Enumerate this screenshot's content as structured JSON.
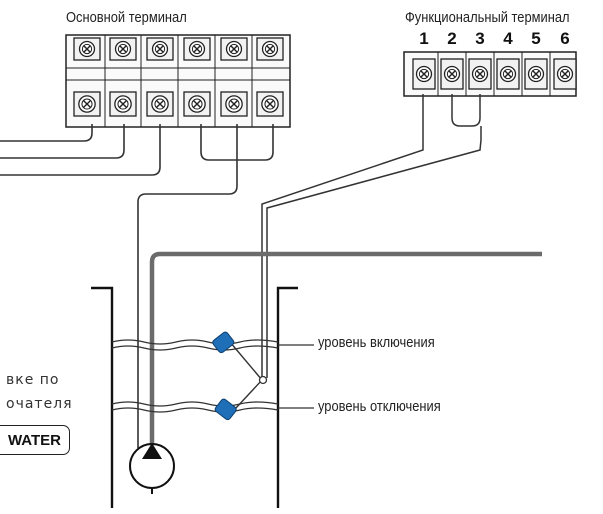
{
  "main_terminal": {
    "title": "Основной терминал"
  },
  "functional_terminal": {
    "title": "Функциональный терминал",
    "numbers": [
      "1",
      "2",
      "3",
      "4",
      "5",
      "6"
    ]
  },
  "levels": {
    "on_label": "уровень включения",
    "off_label": "уровень отключения"
  },
  "side_text": {
    "line1": "вке по",
    "line2": "очателя",
    "badge": "WATER"
  },
  "colors": {
    "float": "#1f6fb8",
    "line": "#333333",
    "pipe": "#666666",
    "terminal_fill": "#f2f2f2"
  }
}
